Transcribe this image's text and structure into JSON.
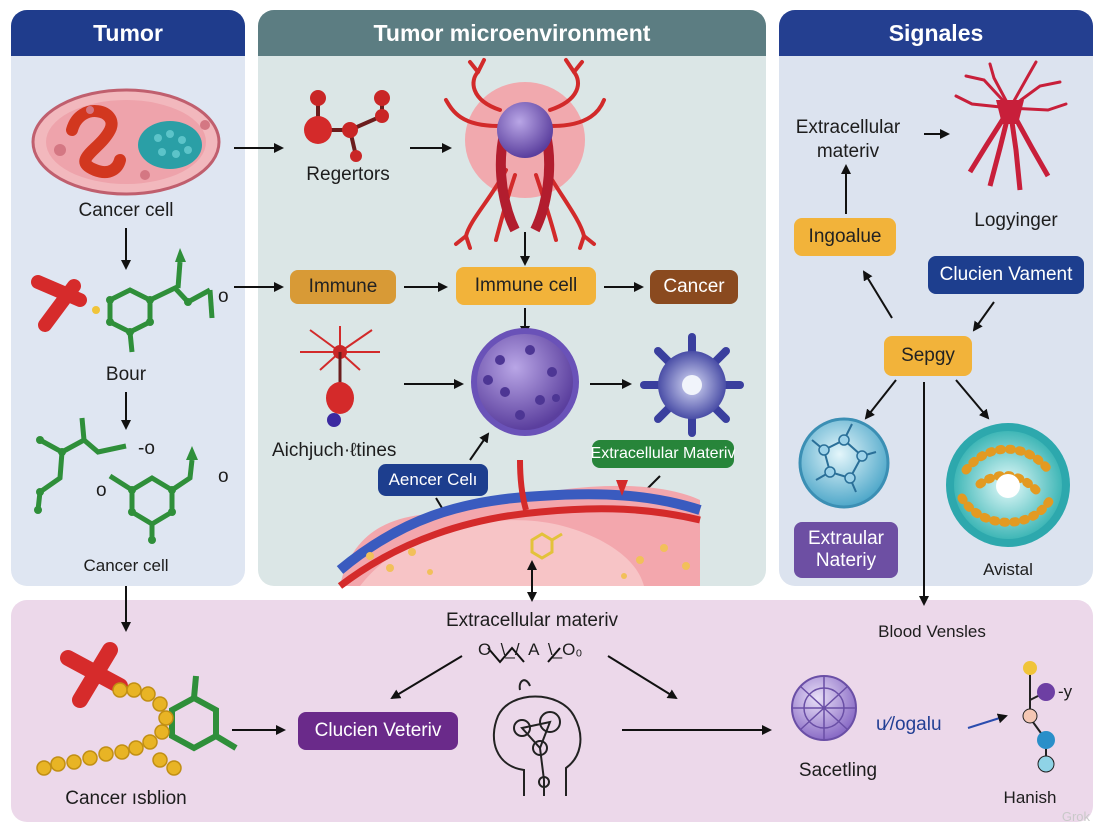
{
  "panels": {
    "tumor": {
      "title": "Tumor"
    },
    "microenvironment": {
      "title": "Tumor microenvironment"
    },
    "signals": {
      "title": "Signales"
    }
  },
  "tumor_labels": {
    "cancer_cell_top": "Cancer cell",
    "bour": "Bour",
    "cancer_cell_mid": "Cancer cell",
    "cancer_isblion": "Cancer ısblion",
    "o_mark_1": "o",
    "o_mark_2": "-o",
    "o_mark_3": "o",
    "o_mark_4": "o"
  },
  "micro_labels": {
    "regertors": "Regertors",
    "immune": "Immune",
    "immune_cell": "Immune cell",
    "cancer": "Cancer",
    "aichjuch_tines": "Aichjuch·ℓtines",
    "aencer_cell": "Aencer Celı",
    "extracellular_materiv_box": "Extracellular Materiv"
  },
  "signal_labels": {
    "extracellular_materiv": "Extracellular\nmateriv",
    "logyinger": "Logyinger",
    "ingoalue": "Ingoalue",
    "clucien_vament": "Clucien Vament",
    "sepgy": "Sepgy",
    "extraular_nateriy": "Extraular\nNateriy",
    "avistal": "Avistal",
    "blood_vensles": "Blood Vensles"
  },
  "bottom_labels": {
    "extracellular_materiv": "Extracellular materiv",
    "clucien_veteriv": "Clucien Veteriv",
    "formula": "O  \\_/  A  \\_O₀",
    "sacetling": "Sacetling",
    "uogalu": "u⁄/ogalu",
    "y_mark": "-y",
    "hanish": "Hanish"
  },
  "watermark": "Grok",
  "colors": {
    "tumor_header": "#1f3c8c",
    "micro_header": "#5c7d82",
    "signal_header": "#243f90",
    "box_orange": "#f2b33a",
    "box_brown": "#8a4a1f",
    "box_blue": "#1d3e8e",
    "box_green": "#27853a",
    "box_purple": "#6a2a8a",
    "bottom_panel": "#ecd8ea"
  }
}
